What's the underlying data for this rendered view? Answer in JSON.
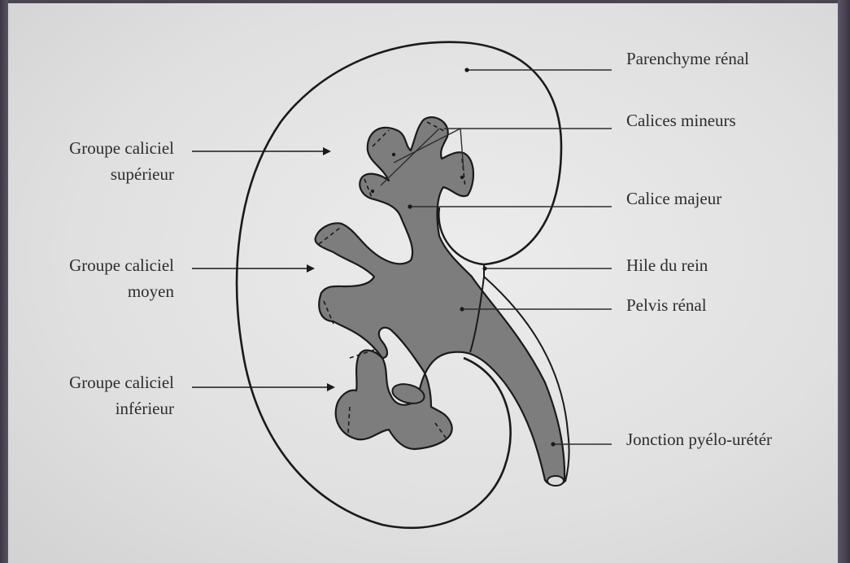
{
  "labels": {
    "parenchyme": "Parenchyme rénal",
    "calices_mineurs": "Calices mineurs",
    "calice_majeur": "Calice majeur",
    "hile": "Hile du rein",
    "pelvis": "Pelvis rénal",
    "jonction": "Jonction pyélo-urétér",
    "groupe_superieur_l1": "Groupe caliciel",
    "groupe_superieur_l2": "supérieur",
    "groupe_moyen_l1": "Groupe caliciel",
    "groupe_moyen_l2": "moyen",
    "groupe_inferieur_l1": "Groupe caliciel",
    "groupe_inferieur_l2": "inférieur"
  },
  "colors": {
    "paper": "#e4e4e4",
    "outline": "#1a1a1a",
    "collecting_system_fill": "#7d7d7d",
    "text": "#2d2d2d"
  }
}
